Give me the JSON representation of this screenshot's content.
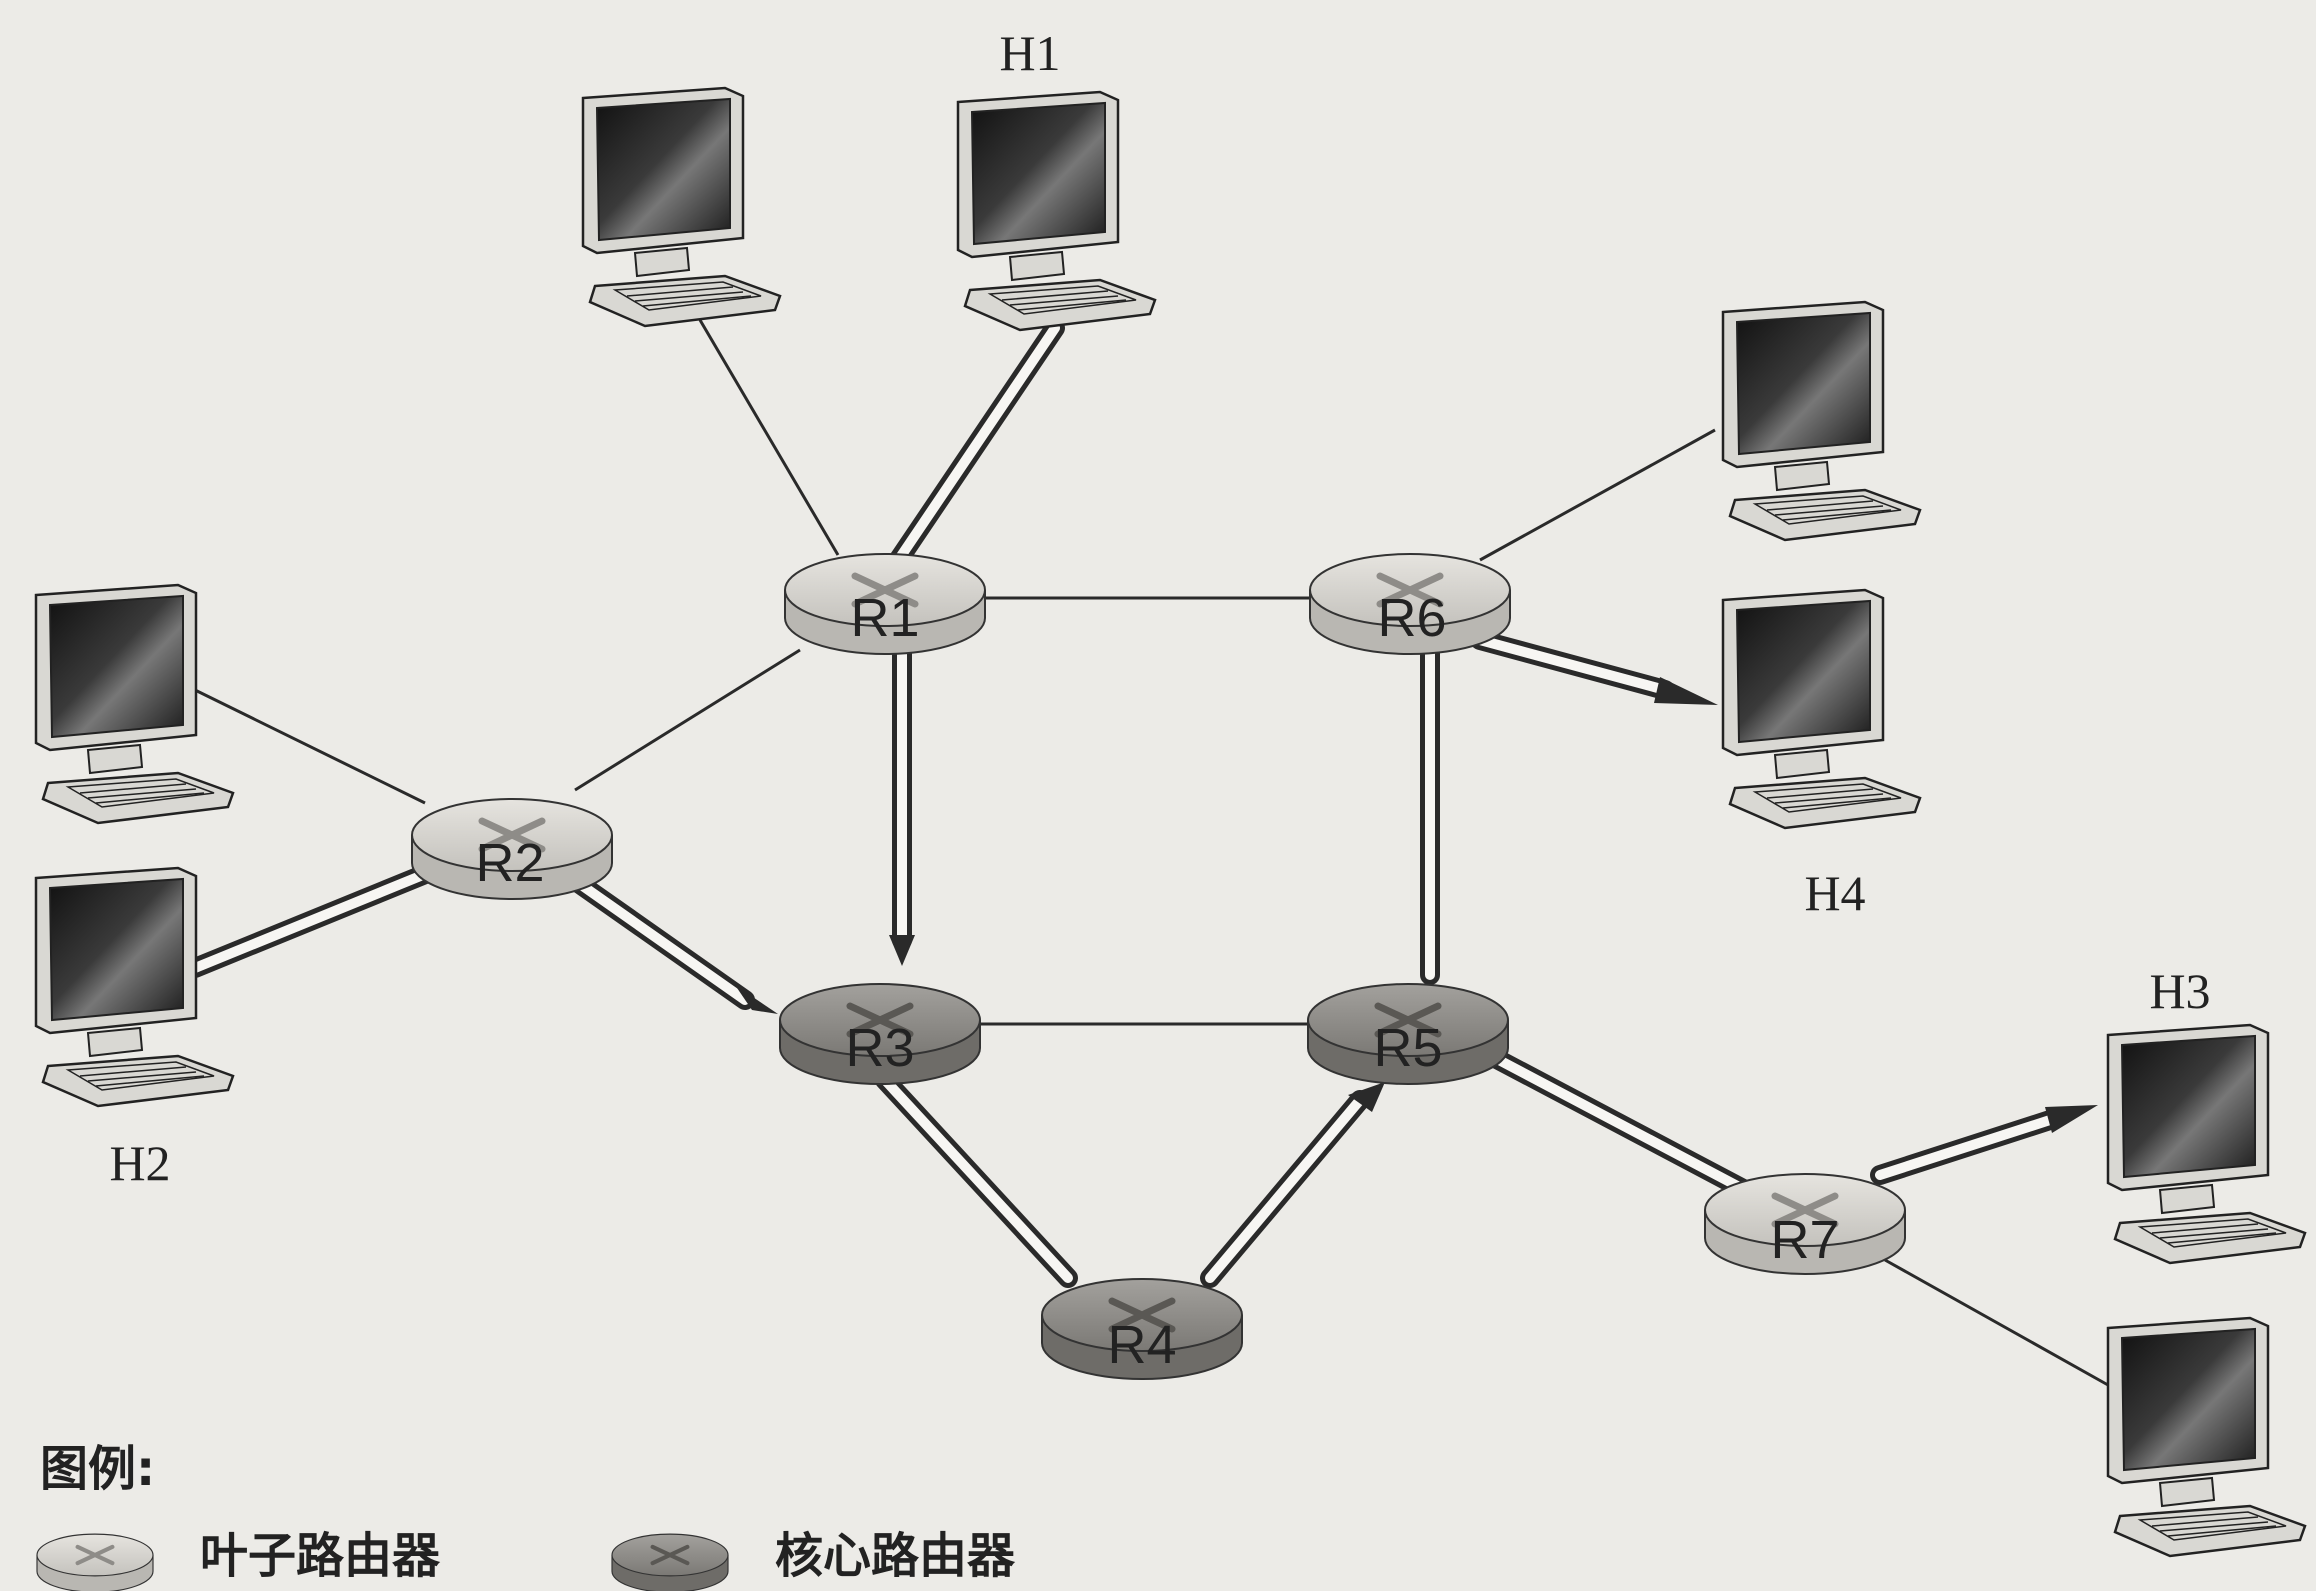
{
  "routers": [
    {
      "id": "R1",
      "label": "R1",
      "kind": "leaf"
    },
    {
      "id": "R2",
      "label": "R2",
      "kind": "leaf"
    },
    {
      "id": "R3",
      "label": "R3",
      "kind": "core"
    },
    {
      "id": "R4",
      "label": "R4",
      "kind": "core"
    },
    {
      "id": "R5",
      "label": "R5",
      "kind": "core"
    },
    {
      "id": "R6",
      "label": "R6",
      "kind": "leaf"
    },
    {
      "id": "R7",
      "label": "R7",
      "kind": "leaf"
    }
  ],
  "host_labels": {
    "h1": "H1",
    "h2": "H2",
    "h3": "H3",
    "h4": "H4"
  },
  "legend": {
    "title": "图例:",
    "leaf_label": "叶子路由器",
    "core_label": "核心路由器"
  },
  "colors": {
    "background": "#ecebe7",
    "leaf_router": "#cfcdc8",
    "core_router": "#8b8985",
    "link": "#2a2a2a"
  }
}
